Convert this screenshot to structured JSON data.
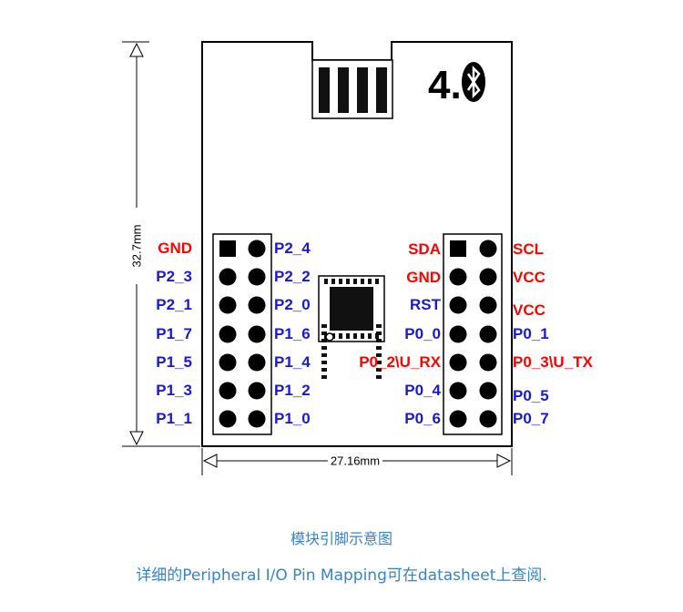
{
  "module": {
    "version_label": "4.0",
    "height_dim": "32.7mm",
    "width_dim": "27.16mm"
  },
  "left_header": {
    "outer": [
      "GND",
      "P2_3",
      "P2_1",
      "P1_7",
      "P1_5",
      "P1_3",
      "P1_1"
    ],
    "inner": [
      "P2_4",
      "P2_2",
      "P2_0",
      "P1_6",
      "P1_4",
      "P1_2",
      "P1_0"
    ]
  },
  "right_header": {
    "inner": [
      "SDA",
      "GND",
      "RST",
      "P0_0",
      "P0_2\\U_RX",
      "P0_4",
      "P0_6"
    ],
    "outer": [
      "SCL",
      "VCC",
      "VCC",
      "P0_1",
      "P0_3\\U_TX",
      "P0_5",
      "P0_7"
    ]
  },
  "caption": {
    "title": "模块引脚示意图",
    "description": "详细的Peripheral I/O Pin Mapping可在datasheet上查阅."
  },
  "colors": {
    "power_pin": "#ff0000",
    "io_pin": "#1a1acc",
    "caption": "#3b82c4"
  }
}
